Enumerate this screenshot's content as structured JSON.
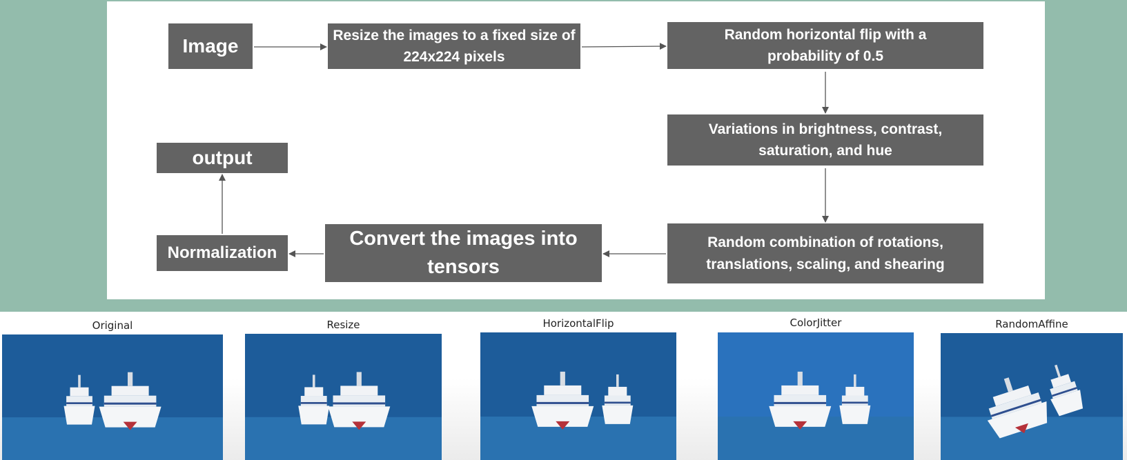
{
  "diagram": {
    "nodes": {
      "image": "Image",
      "resize": "Resize the images to a fixed size of 224x224 pixels",
      "flip": "Random horizontal flip with a probability of 0.5",
      "jitter": "Variations in brightness, contrast, saturation, and hue",
      "affine": "Random combination of rotations, translations, scaling, and shearing",
      "tensor": "Convert the images into tensors",
      "normalization": "Normalization",
      "output": "output"
    },
    "edges": [
      [
        "image",
        "resize"
      ],
      [
        "resize",
        "flip"
      ],
      [
        "flip",
        "jitter"
      ],
      [
        "jitter",
        "affine"
      ],
      [
        "affine",
        "tensor"
      ],
      [
        "tensor",
        "normalization"
      ],
      [
        "normalization",
        "output"
      ]
    ]
  },
  "examples": {
    "labels": [
      "Original",
      "Resize",
      "HorizontalFlip",
      "ColorJitter",
      "RandomAffine"
    ],
    "images": [
      {
        "name": "original-image",
        "mirrored": false,
        "tone": "normal"
      },
      {
        "name": "resize-image",
        "mirrored": false,
        "tone": "normal"
      },
      {
        "name": "horizontal-flip-image",
        "mirrored": true,
        "tone": "normal"
      },
      {
        "name": "color-jitter-image",
        "mirrored": true,
        "tone": "bright"
      },
      {
        "name": "random-affine-image",
        "mirrored": true,
        "tone": "rotated"
      }
    ]
  },
  "colors": {
    "background": "#93bcac",
    "panel": "#ffffff",
    "box": "#636363",
    "arrow": "#555555",
    "sky": "#1d5c9a",
    "sea": "#2a72b0"
  }
}
